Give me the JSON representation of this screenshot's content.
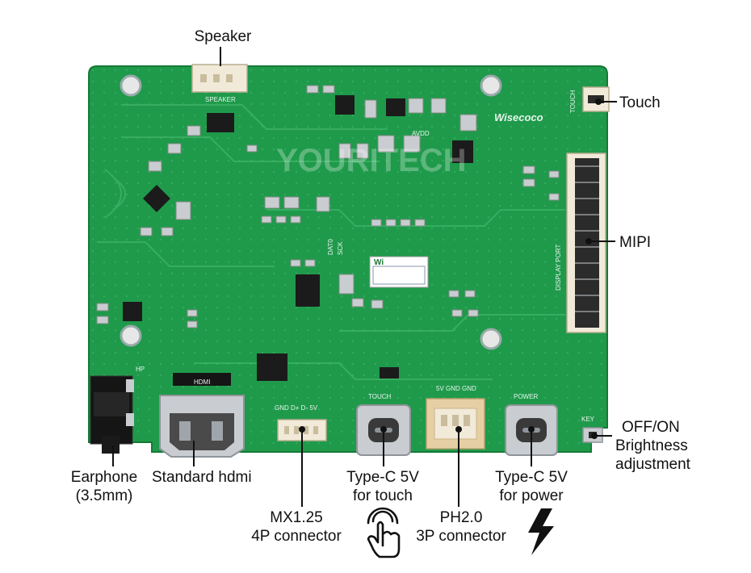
{
  "board": {
    "brand_text": "Wisecoco",
    "watermark_text": "YOURITECH",
    "silkscreen": {
      "speaker": "SPEAKER",
      "hp": "HP",
      "hdmi": "HDMI",
      "mx_pins": "GND D+ D- 5V",
      "touch": "TOUCH",
      "ph_pins": "5V GND GND",
      "power": "POWER",
      "key": "KEY",
      "display_port": "DISPLAY PORT",
      "touch_side": "TOUCH",
      "avdd": "AVDD",
      "dat0": "DAT0",
      "sck": "SCK"
    },
    "colors": {
      "pcb": "#1f9a4b",
      "pcb_dark": "#16833d",
      "connector_white": "#f1ead8",
      "connector_beige": "#e6cfa4",
      "metal": "#c9ccd0",
      "chip": "#1b1b1b"
    }
  },
  "labels": {
    "speaker": "Speaker",
    "touch": "Touch",
    "mipi": "MIPI",
    "offon": "OFF/ON",
    "brightness": "Brightness",
    "adjustment": "adjustment",
    "earphone": "Earphone",
    "earphone_size": "(3.5mm)",
    "standard_hdmi": "Standard hdmi",
    "mx_line1": "MX1.25",
    "mx_line2": "4P connector",
    "typec_touch_line1": "Type-C 5V",
    "typec_touch_line2": "for touch",
    "ph_line1": "PH2.0",
    "ph_line2": "3P connector",
    "typec_power_line1": "Type-C 5V",
    "typec_power_line2": "for power"
  },
  "icons": {
    "hand": "hand-tap-icon",
    "power": "lightning-bolt-icon"
  }
}
